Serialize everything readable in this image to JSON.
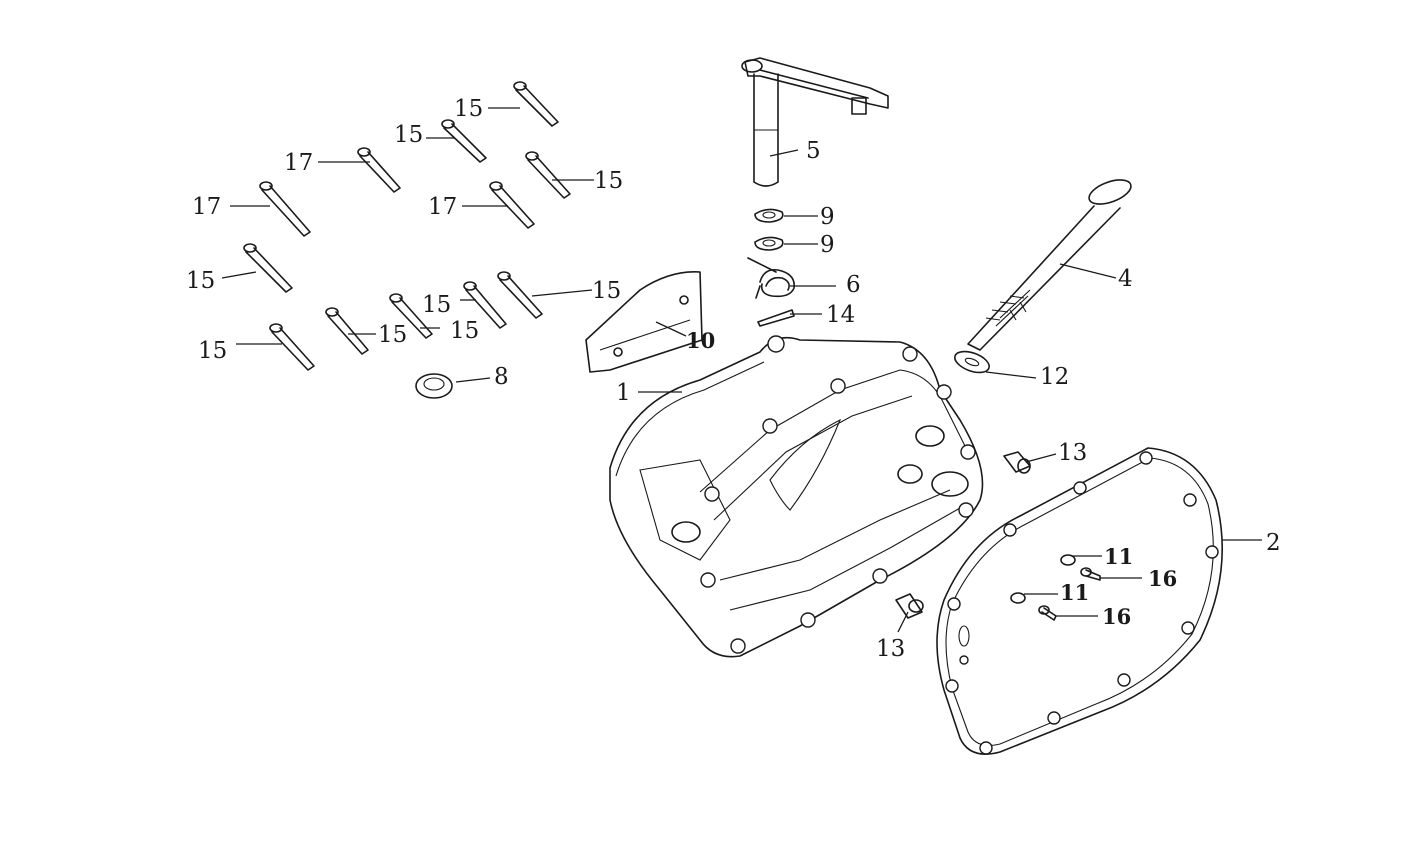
{
  "callouts": [
    {
      "id": "c1",
      "text": "1"
    },
    {
      "id": "c2",
      "text": "2"
    },
    {
      "id": "c4",
      "text": "4"
    },
    {
      "id": "c5",
      "text": "5"
    },
    {
      "id": "c6",
      "text": "6"
    },
    {
      "id": "c8",
      "text": "8"
    },
    {
      "id": "c9a",
      "text": "9"
    },
    {
      "id": "c9b",
      "text": "9"
    },
    {
      "id": "c10",
      "text": "10"
    },
    {
      "id": "c11a",
      "text": "11"
    },
    {
      "id": "c11b",
      "text": "11"
    },
    {
      "id": "c12",
      "text": "12"
    },
    {
      "id": "c13a",
      "text": "13"
    },
    {
      "id": "c13b",
      "text": "13"
    },
    {
      "id": "c14",
      "text": "14"
    },
    {
      "id": "c15a",
      "text": "15"
    },
    {
      "id": "c15b",
      "text": "15"
    },
    {
      "id": "c15c",
      "text": "15"
    },
    {
      "id": "c15d",
      "text": "15"
    },
    {
      "id": "c15e",
      "text": "15"
    },
    {
      "id": "c15f",
      "text": "15"
    },
    {
      "id": "c15g",
      "text": "15"
    },
    {
      "id": "c15h",
      "text": "15"
    },
    {
      "id": "c15i",
      "text": "15"
    },
    {
      "id": "c16a",
      "text": "16"
    },
    {
      "id": "c16b",
      "text": "16"
    },
    {
      "id": "c17a",
      "text": "17"
    },
    {
      "id": "c17b",
      "text": "17"
    },
    {
      "id": "c17c",
      "text": "17"
    }
  ]
}
